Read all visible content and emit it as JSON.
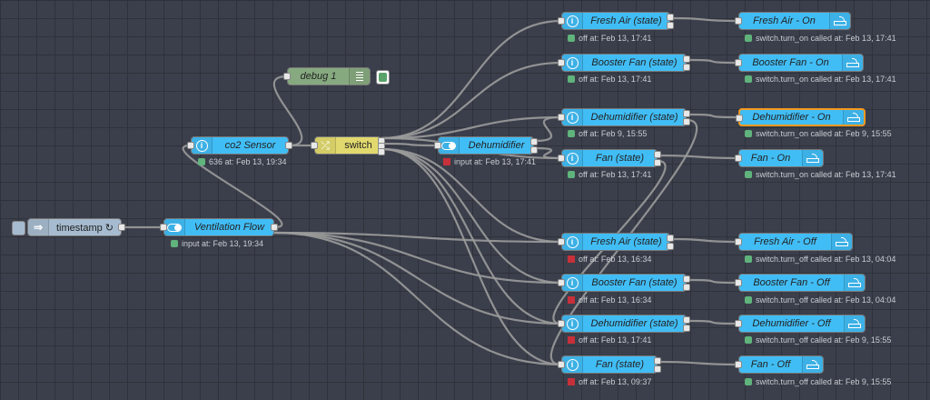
{
  "colors": {
    "canvas": "#3b3f4b",
    "ha_node": "#41bdf5",
    "switch_node": "#e2d96e",
    "debug_node": "#87a980",
    "inject_node": "#a6bbcf",
    "wire": "#9b9b9b",
    "status_ok": "#5fb37b",
    "status_error": "#c6303a"
  },
  "nodes": {
    "timestamp": {
      "label": "timestamp ↻",
      "icon": "arrow-icon"
    },
    "ventilation_flow": {
      "label": "Ventilation Flow",
      "status": "input at: Feb 13, 19:34",
      "icon": "toggle-icon"
    },
    "co2_sensor": {
      "label": "co2 Sensor",
      "status": "636 at: Feb 13, 19:34",
      "icon": "info-icon"
    },
    "debug1": {
      "label": "debug 1",
      "icon": "list-icon"
    },
    "switch": {
      "label": "switch",
      "icon": "switch-icon"
    },
    "dehumidifier": {
      "label": "Dehumidifier",
      "status": "input at: Feb 13, 17:41",
      "icon": "toggle-icon"
    },
    "fresh_air_state_1": {
      "label": "Fresh Air (state)",
      "status": "off at: Feb 13, 17:41"
    },
    "booster_fan_state_1": {
      "label": "Booster Fan (state)",
      "status": "off at: Feb 13, 17:41"
    },
    "dehumidifier_state_1": {
      "label": "Dehumidifier (state)",
      "status": "off at: Feb 9, 15:55"
    },
    "fan_state_1": {
      "label": "Fan (state)",
      "status": "off at: Feb 13, 17:41"
    },
    "fresh_air_on": {
      "label": "Fresh Air - On",
      "status": "switch.turn_on called at: Feb 13, 17:41"
    },
    "booster_fan_on": {
      "label": "Booster Fan - On",
      "status": "switch.turn_on called at: Feb 13, 17:41"
    },
    "dehumidifier_on": {
      "label": "Dehumidifier - On",
      "status": "switch.turn_on called at: Feb 9, 15:55"
    },
    "fan_on": {
      "label": "Fan - On",
      "status": "switch.turn_on called at: Feb 13, 17:41"
    },
    "fresh_air_state_2": {
      "label": "Fresh Air (state)",
      "status": "off at: Feb 13, 16:34"
    },
    "booster_fan_state_2": {
      "label": "Booster Fan (state)",
      "status": "off at: Feb 13, 16:34"
    },
    "dehumidifier_state_2": {
      "label": "Dehumidifier (state)",
      "status": "off at: Feb 13, 17:41"
    },
    "fan_state_2": {
      "label": "Fan (state)",
      "status": "off at: Feb 13, 09:37"
    },
    "fresh_air_off": {
      "label": "Fresh Air - Off",
      "status": "switch.turn_off called at: Feb 13, 04:04"
    },
    "booster_fan_off": {
      "label": "Booster Fan - Off",
      "status": "switch.turn_off called at: Feb 13, 04:04"
    },
    "dehumidifier_off": {
      "label": "Dehumidifier - Off",
      "status": "switch.turn_off called at: Feb 9, 15:55"
    },
    "fan_off": {
      "label": "Fan - Off",
      "status": "switch.turn_off called at: Feb 9, 15:55"
    }
  }
}
